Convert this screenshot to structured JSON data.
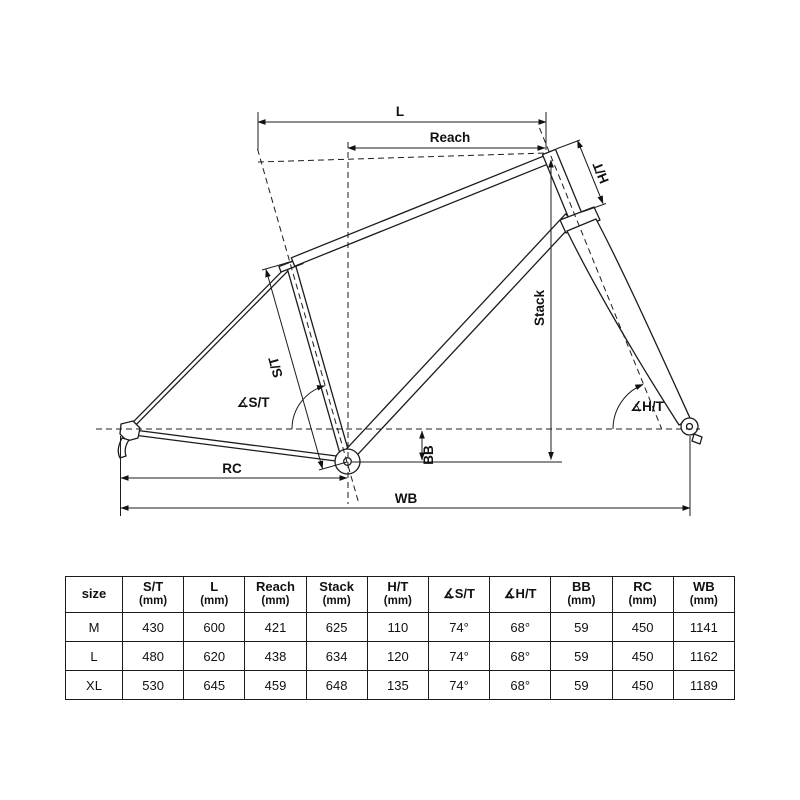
{
  "diagram": {
    "labels": {
      "l": "L",
      "reach": "Reach",
      "ht": "H/T",
      "stack": "Stack",
      "st": "S/T",
      "angle_st": "∡S/T",
      "angle_ht": "∡H/T",
      "bb": "BB",
      "rc": "RC",
      "wb": "WB"
    },
    "line_color": "#1c1c1c"
  },
  "table": {
    "headers": [
      {
        "label": "size",
        "unit": ""
      },
      {
        "label": "S/T",
        "unit": "(mm)"
      },
      {
        "label": "L",
        "unit": "(mm)"
      },
      {
        "label": "Reach",
        "unit": "(mm)"
      },
      {
        "label": "Stack",
        "unit": "(mm)"
      },
      {
        "label": "H/T",
        "unit": "(mm)"
      },
      {
        "label": "∡S/T",
        "unit": ""
      },
      {
        "label": "∡H/T",
        "unit": ""
      },
      {
        "label": "BB",
        "unit": "(mm)"
      },
      {
        "label": "RC",
        "unit": "(mm)"
      },
      {
        "label": "WB",
        "unit": "(mm)"
      }
    ],
    "rows": [
      [
        "M",
        "430",
        "600",
        "421",
        "625",
        "110",
        "74°",
        "68°",
        "59",
        "450",
        "1141"
      ],
      [
        "L",
        "480",
        "620",
        "438",
        "634",
        "120",
        "74°",
        "68°",
        "59",
        "450",
        "1162"
      ],
      [
        "XL",
        "530",
        "645",
        "459",
        "648",
        "135",
        "74°",
        "68°",
        "59",
        "450",
        "1189"
      ]
    ]
  }
}
